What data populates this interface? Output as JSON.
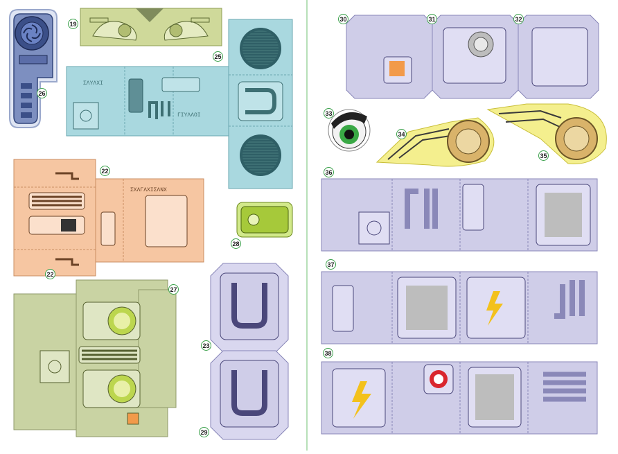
{
  "page": {
    "title": "",
    "colors": {
      "blue": "#a9d8df",
      "orange": "#f6c6a2",
      "olive": "#cfd99a",
      "green": "#c9d3a3",
      "lavender": "#cfcde8",
      "yellow": "#f4ef8e",
      "gold": "#d9b36a",
      "lime": "#a6c93a",
      "navy": "#7d8fc0",
      "divider": "#9fd6a0"
    }
  },
  "labels": {
    "p19": "19",
    "p22": "22",
    "p23": "23",
    "p25": "25",
    "p26": "26",
    "p27": "27",
    "p28": "28",
    "p29": "29",
    "p30": "30",
    "p31": "31",
    "p32": "32",
    "p33": "33",
    "p34": "34",
    "p35": "35",
    "p36": "36",
    "p37": "37",
    "p38": "38"
  }
}
